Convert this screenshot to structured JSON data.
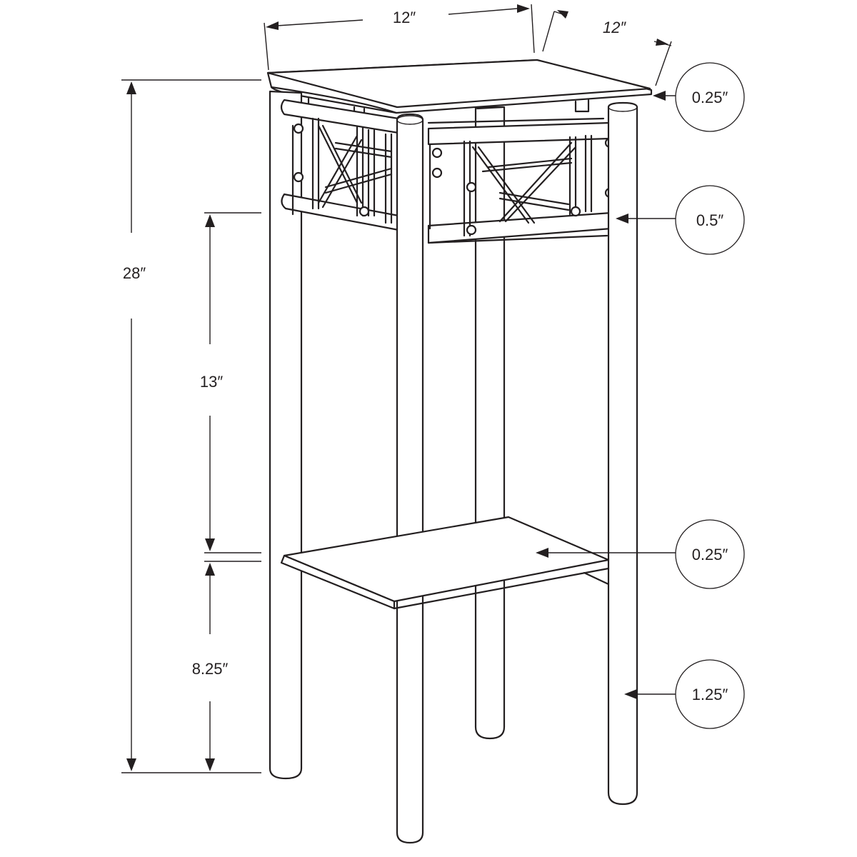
{
  "dimensions": {
    "width": "12″",
    "depth": "12″",
    "height": "28″",
    "shelf_clearance": "13″",
    "bottom_clearance": "8.25″"
  },
  "callouts": {
    "top_thickness": "0.25″",
    "frame_rail": "0.5″",
    "shelf_thickness": "0.25″",
    "leg_diameter": "1.25″"
  },
  "colors": {
    "line": "#231f20",
    "background": "#ffffff"
  }
}
